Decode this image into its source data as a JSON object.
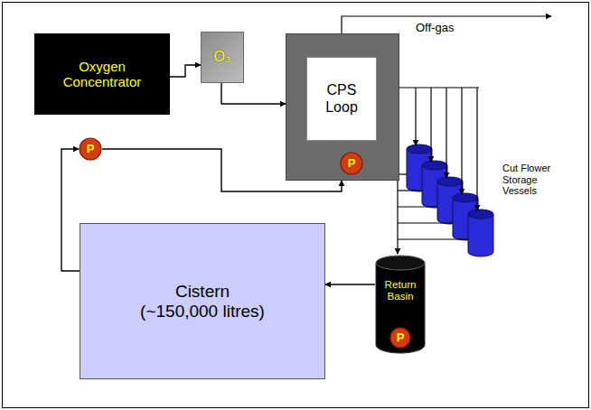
{
  "diagram": {
    "nodes": [
      {
        "text": [
          "Oxygen Concentrator"
        ]
      },
      {
        "text": [
          "O₃"
        ]
      },
      {
        "text": [
          "CPS Loop"
        ]
      },
      {
        "text": [
          "P"
        ],
        "in": 2
      },
      {
        "text": [
          "P"
        ]
      },
      {
        "text": [
          "Cistern",
          "(~150,000 litres)"
        ]
      },
      {
        "text": [
          "Return Basin"
        ]
      },
      {
        "text": [
          "P"
        ],
        "in": 6
      }
    ],
    "edges": [
      {
        "from": 0,
        "to": 1,
        "arrow": "to"
      },
      {
        "from": 1,
        "to": 2,
        "arrow": "to"
      },
      {
        "from": 5,
        "to": 4,
        "arrow": "to"
      },
      {
        "from": 4,
        "to": 2,
        "arrow": "to"
      },
      {
        "from": 6,
        "to": 5,
        "arrow": "to"
      }
    ],
    "labels": [
      "Off-gas",
      "Cut Flower Storage Vessels"
    ]
  }
}
